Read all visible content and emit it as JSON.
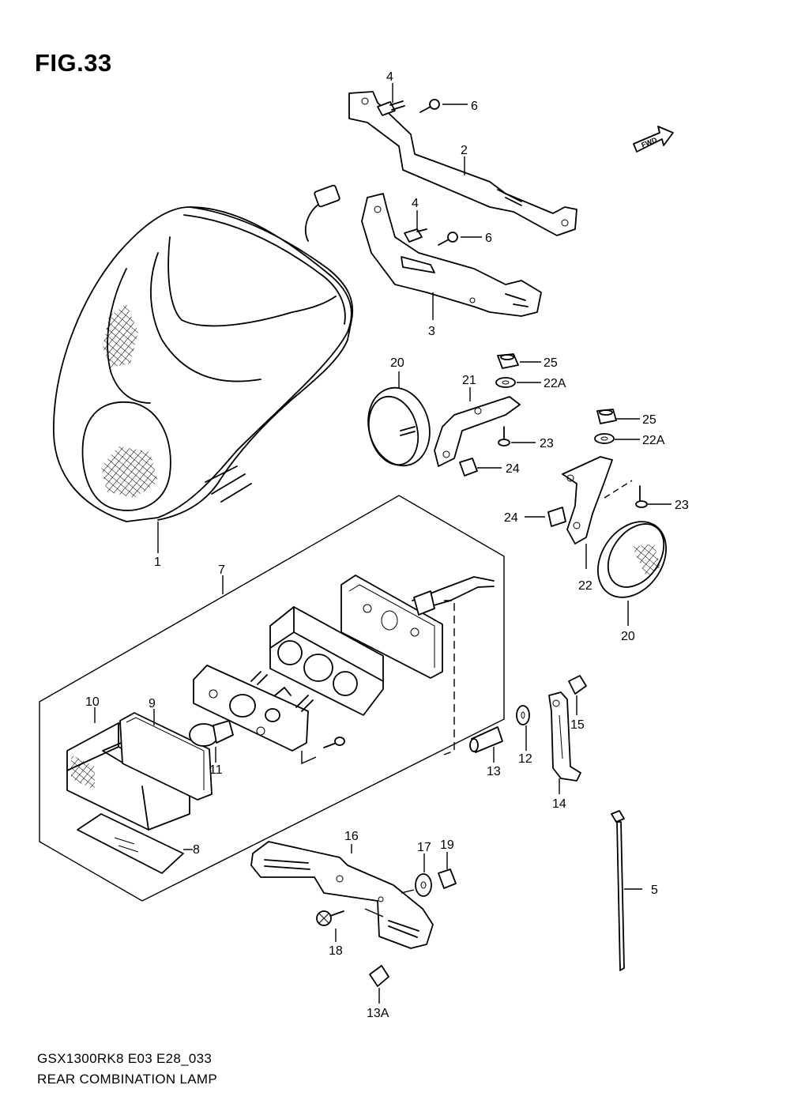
{
  "figure": {
    "title": "FIG.33",
    "model_code": "GSX1300RK8 E03 E28_033",
    "caption": "REAR COMBINATION LAMP",
    "fwd_label": "FWD"
  },
  "callouts": {
    "c1": "1",
    "c2": "2",
    "c3": "3",
    "c4a": "4",
    "c4b": "4",
    "c5": "5",
    "c6a": "6",
    "c6b": "6",
    "c7": "7",
    "c8": "8",
    "c9": "9",
    "c10": "10",
    "c11": "11",
    "c12": "12",
    "c13": "13",
    "c13a": "13A",
    "c14": "14",
    "c15": "15",
    "c16": "16",
    "c17": "17",
    "c18": "18",
    "c19": "19",
    "c20a": "20",
    "c20b": "20",
    "c21": "21",
    "c22": "22",
    "c22a1": "22A",
    "c22a2": "22A",
    "c23a": "23",
    "c23b": "23",
    "c24a": "24",
    "c24b": "24",
    "c25a": "25",
    "c25b": "25"
  },
  "colors": {
    "ink": "#000000",
    "paper": "#ffffff"
  }
}
